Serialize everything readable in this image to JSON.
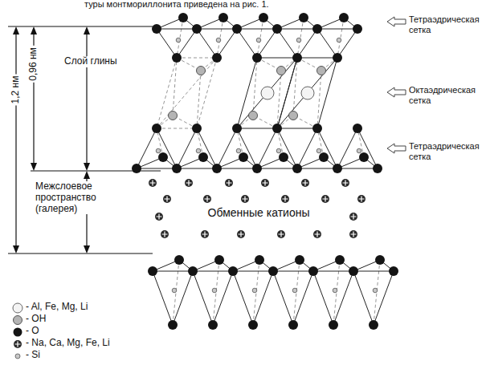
{
  "diagram": {
    "labels": [
      "туры монтмориллонита приведена на рис. 1.",
      "1,2 нм",
      "0,96 нм",
      "Слой глины",
      "Межслоевое пространство (галерея)",
      "Обменные катионы",
      "Тетраэдрическая сетка",
      "Октаэдрическая сетка",
      "Тетраэдрическая сетка"
    ],
    "legend": [
      {
        "text": "- Al, Fe, Mg, Li"
      },
      {
        "text": "- OH"
      },
      {
        "text": "- O"
      },
      {
        "text": "- Na, Ca, Mg, Fe, Li"
      },
      {
        "text": "- Si"
      }
    ]
  }
}
